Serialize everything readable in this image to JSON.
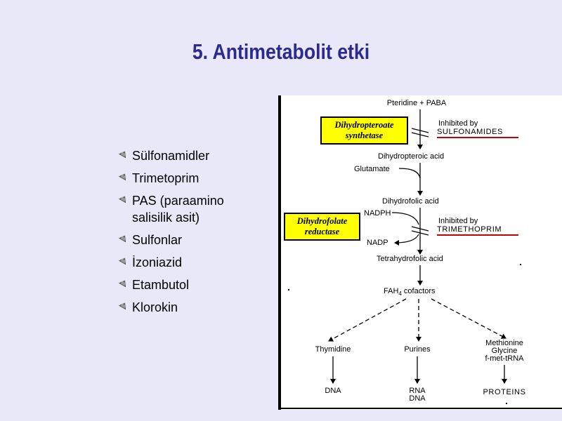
{
  "slide": {
    "title": "5. Antimetabolit etki",
    "bullets": [
      "Sülfonamidler",
      "Trimetoprim",
      "PAS (paraamino salisilik asit)",
      "Sulfonlar",
      "İzoniazid",
      "Etambutol",
      "Klorokin"
    ]
  },
  "pathway": {
    "start": "Pteridine + PABA",
    "enzyme1": [
      "Dihydropteroate",
      "synthetase"
    ],
    "inhibit1": [
      "Inhibited by",
      "SULFONAMIDES"
    ],
    "step1": "Dihydropteroic acid",
    "glutamate": "Glutamate",
    "step2": "Dihydrofolic acid",
    "nadph": "NADPH",
    "enzyme2": [
      "Dihydrofolate",
      "reductase"
    ],
    "inhibit2": [
      "Inhibited by",
      "TRIMETHOPRIM"
    ],
    "nadp": "NADP",
    "step3": "Tetrahydrofolic acid",
    "cofactors_main": "FAH",
    "cofactors_sub": "4",
    "cofactors_rest": " cofactors",
    "thymidine": "Thymidine",
    "purines": "Purines",
    "methionine": [
      "Methionine",
      "Glycine",
      "f-met-tRNA"
    ],
    "dna": "DNA",
    "rna_dna": [
      "RNA",
      "DNA"
    ],
    "proteins": "PROTEINS"
  },
  "colors": {
    "title": "#2b2b8f",
    "enzyme_bg": "#ffff00",
    "inhibit_line": "#cc0000"
  }
}
